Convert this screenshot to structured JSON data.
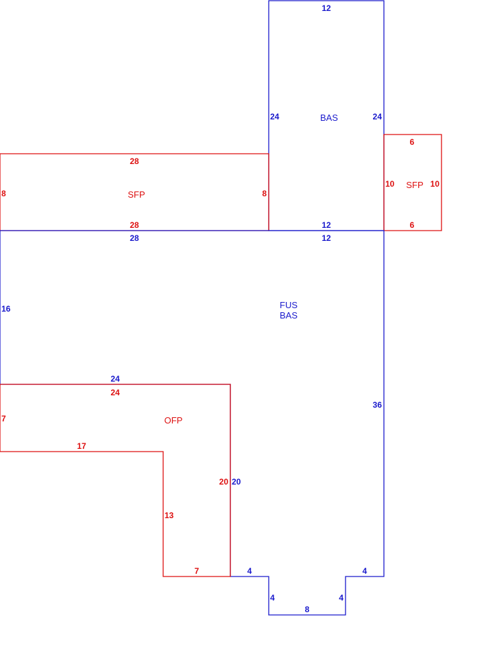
{
  "colors": {
    "blue": "#1a1acc",
    "red": "#dd1111"
  },
  "areas": {
    "bas_top": {
      "label": "BAS"
    },
    "sfp_left": {
      "label": "SFP"
    },
    "sfp_right": {
      "label": "SFP"
    },
    "fus_bas": {
      "line1": "FUS",
      "line2": "BAS"
    },
    "ofp": {
      "label": "OFP"
    }
  },
  "dims": {
    "bas_top_top": "12",
    "bas_top_left": "24",
    "bas_top_right": "24",
    "bas_top_bottom": "12",
    "sfp_left_top": "28",
    "sfp_left_left": "8",
    "sfp_left_right": "8",
    "sfp_left_bottom": "28",
    "sfp_right_top": "6",
    "sfp_right_left": "10",
    "sfp_right_right": "10",
    "sfp_right_bottom": "6",
    "main_top_left": "28",
    "main_top_right": "12",
    "main_left": "16",
    "main_right": "36",
    "main_step_top": "24",
    "main_step_right": "20",
    "main_bottom_left": "4",
    "main_bottom_right": "4",
    "main_notch_left": "4",
    "main_notch_right": "4",
    "main_notch_bottom": "8",
    "ofp_top": "24",
    "ofp_left": "7",
    "ofp_inner_top": "17",
    "ofp_inner_left": "13",
    "ofp_right": "20",
    "ofp_bottom": "7"
  }
}
